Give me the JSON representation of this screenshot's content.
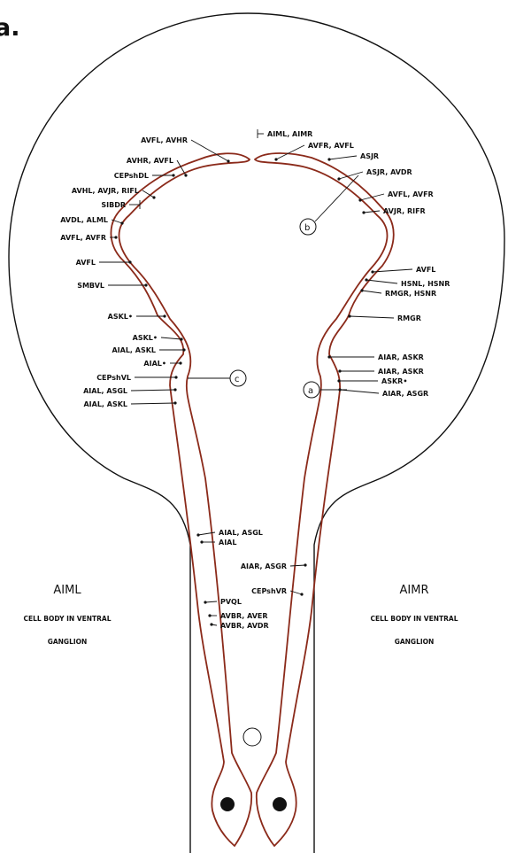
{
  "panel_letter": "a.",
  "left_cell": {
    "name": "AIML",
    "line1": "CELL BODY IN VENTRAL",
    "line2": "GANGLION"
  },
  "right_cell": {
    "name": "AIMR",
    "line1": "CELL BODY IN VENTRAL",
    "line2": "GANGLION"
  },
  "markers": [
    "a",
    "b",
    "c"
  ],
  "labels": [
    {
      "id": "l1",
      "text": "AIML, AIMR"
    },
    {
      "id": "l2",
      "text": "AVFL, AVHR"
    },
    {
      "id": "l3",
      "text": "AVFR, AVFL"
    },
    {
      "id": "l4",
      "text": "AVHR, AVFL"
    },
    {
      "id": "l5",
      "text": "ASJR"
    },
    {
      "id": "l6",
      "text": "CEPshDL"
    },
    {
      "id": "l7",
      "text": "ASJR, AVDR"
    },
    {
      "id": "l8",
      "text": "AVHL, AVJR, RIFL"
    },
    {
      "id": "l9",
      "text": "AVFL, AVFR"
    },
    {
      "id": "l10",
      "text": "SIBDR"
    },
    {
      "id": "l11",
      "text": "AVJR, RIFR"
    },
    {
      "id": "l12",
      "text": "AVDL, ALML"
    },
    {
      "id": "l13",
      "text": "AVFL, AVFR"
    },
    {
      "id": "l14",
      "text": "AVFL"
    },
    {
      "id": "l15",
      "text": "AVFL"
    },
    {
      "id": "l16",
      "text": "HSNL, HSNR"
    },
    {
      "id": "l17",
      "text": "SMBVL"
    },
    {
      "id": "l18",
      "text": "RMGR, HSNR"
    },
    {
      "id": "l19",
      "text": "ASKL•"
    },
    {
      "id": "l20",
      "text": "RMGR"
    },
    {
      "id": "l21",
      "text": "ASKL•"
    },
    {
      "id": "l22",
      "text": "AIAR, ASKR"
    },
    {
      "id": "l23",
      "text": "AIAL, ASKL"
    },
    {
      "id": "l24",
      "text": "AIAR, ASKR"
    },
    {
      "id": "l25",
      "text": "AIAL•"
    },
    {
      "id": "l26",
      "text": "ASKR•"
    },
    {
      "id": "l27",
      "text": "CEPshVL"
    },
    {
      "id": "l28",
      "text": "AIAR, ASGR"
    },
    {
      "id": "l29",
      "text": "AIAL, ASGL"
    },
    {
      "id": "l30",
      "text": "AIAL, ASKL"
    },
    {
      "id": "l31",
      "text": "AIAL, ASGL"
    },
    {
      "id": "l32",
      "text": "AIAL"
    },
    {
      "id": "l33",
      "text": "AIAR, ASGR"
    },
    {
      "id": "l34",
      "text": "CEPshVR"
    },
    {
      "id": "l35",
      "text": "PVQL"
    },
    {
      "id": "l36",
      "text": "AVBR, AVER"
    },
    {
      "id": "l37",
      "text": "AVBR, AVDR"
    }
  ]
}
